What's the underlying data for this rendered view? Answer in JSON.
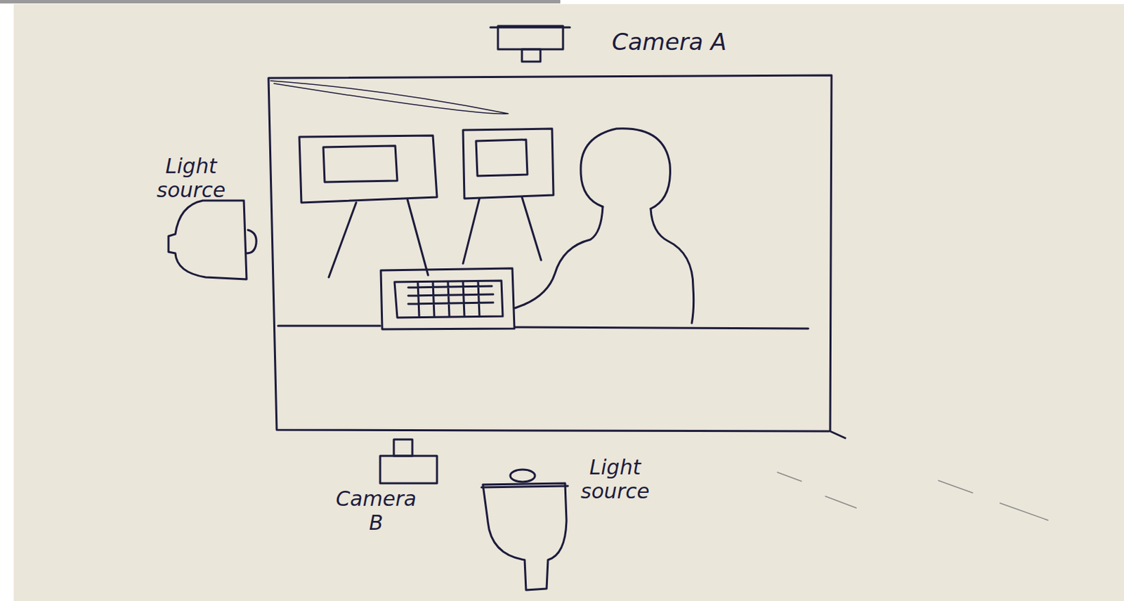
{
  "diagram": {
    "labels": [
      "Camera A",
      "Light source",
      "Camera B",
      "Light source"
    ]
  }
}
